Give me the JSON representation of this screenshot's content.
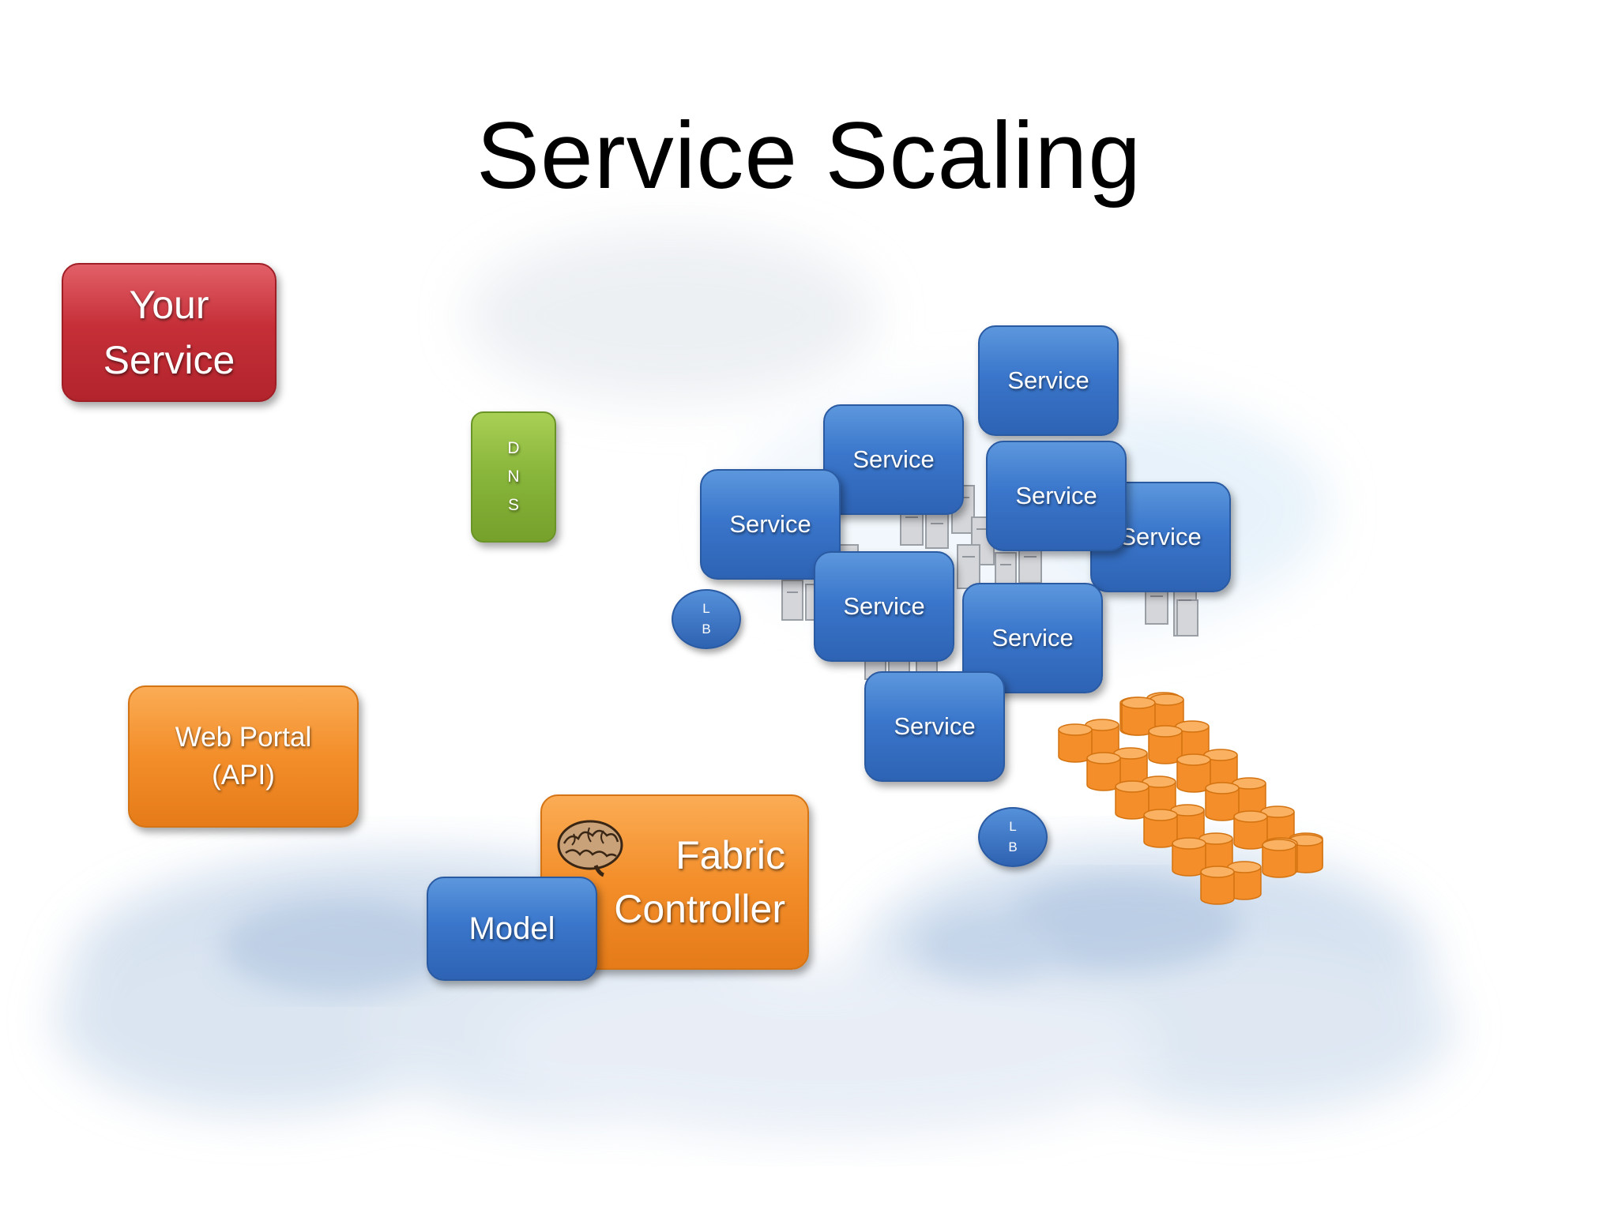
{
  "title": "Service Scaling",
  "your_service": {
    "line1": "Your",
    "line2": "Service"
  },
  "dns": {
    "letters": [
      "D",
      "N",
      "S"
    ]
  },
  "services": [
    "Service",
    "Service",
    "Service",
    "Service",
    "Service",
    "Service",
    "Service",
    "Service"
  ],
  "load_balancers": [
    {
      "l1": "L",
      "l2": "B"
    },
    {
      "l1": "L",
      "l2": "B"
    }
  ],
  "web_portal": {
    "line1": "Web Portal",
    "line2": "(API)"
  },
  "fabric_controller": {
    "line1": "Fabric",
    "line2": "Controller"
  },
  "model": {
    "label": "Model"
  },
  "colors": {
    "your_service": "#c62f38",
    "dns": "#87b43a",
    "service": "#3a76cb",
    "web_portal": "#f38e2a",
    "fabric_controller": "#f38e2a",
    "storage": "#f38e2a"
  },
  "icons": {
    "brain": "brain-icon",
    "servers": "server-rack-icon",
    "storage": "database-cylinder-icon"
  }
}
